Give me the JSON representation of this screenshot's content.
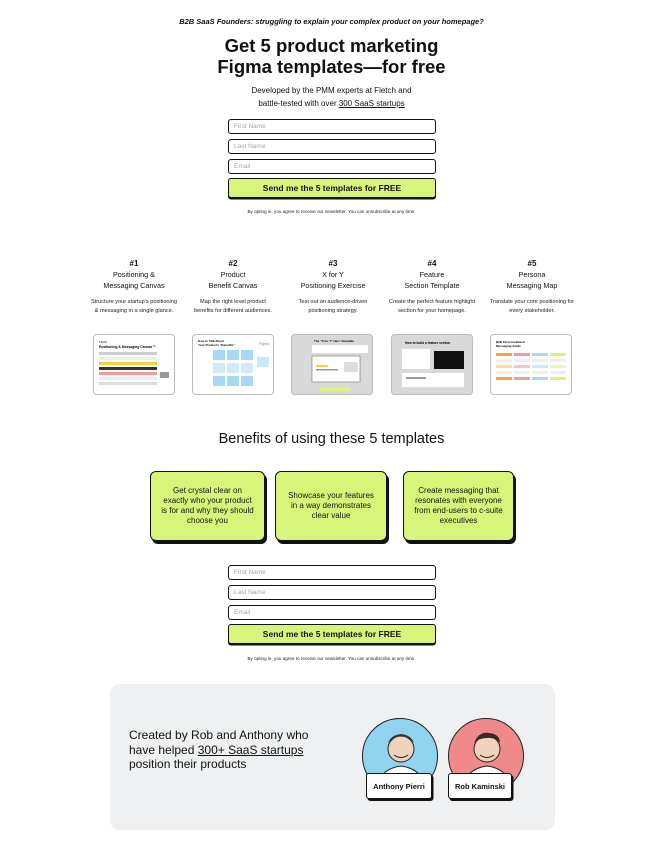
{
  "hero": {
    "eyebrow": "B2B SaaS Founders: struggling to explain your complex product on your homepage?",
    "headline_line1": "Get 5 product marketing",
    "headline_line2": "Figma templates—for free",
    "sub_line1": "Developed by the PMM experts at Fletch and",
    "sub_line2_prefix": "battle-tested with over ",
    "sub_line2_link": "300 SaaS startups"
  },
  "form_top": {
    "first_name_placeholder": "First Name",
    "last_name_placeholder": "Last Name",
    "email_placeholder": "Email",
    "submit_label": "Send me the 5 templates for FREE",
    "legal": "By opting in, you agree to receive our newsletter. You can unsubscribe at any time."
  },
  "templates": [
    {
      "num": "#1",
      "name1": "Positioning &",
      "name2": "Messaging Canvas",
      "desc1": "Structure your startup’s positioning",
      "desc2": "& messaging in a single glance."
    },
    {
      "num": "#2",
      "name1": "Product",
      "name2": "Benefit Canvas",
      "desc1": "Map the right level product",
      "desc2": "benefits for different audiences."
    },
    {
      "num": "#3",
      "name1": "X for Y",
      "name2": "Positioning Exercise",
      "desc1": "Test out an audience-driven",
      "desc2": "positioning strategy."
    },
    {
      "num": "#4",
      "name1": "Feature",
      "name2": "Section Template",
      "desc1": "Create the perfect feature highlight",
      "desc2": "section for your homepage."
    },
    {
      "num": "#5",
      "name1": "Persona",
      "name2": "Messaging Map",
      "desc1": "Translate your core positioning for",
      "desc2": "every stakeholder."
    }
  ],
  "thumbs": {
    "t1_title1": "Fletch",
    "t1_title2": "Positioning & Messaging Canvas™",
    "t2_title1": "How to Talk About",
    "t2_title2": "Your Product's \"Benefits\"",
    "t2_brand": "Figma",
    "t3_title": "The \"X for Y\" Hero Template",
    "t4_title": "How to build a feature section",
    "t5_title1": "B2B Persona-Based",
    "t5_title2": "Messaging Guide"
  },
  "benefits": {
    "title": "Benefits of using these 5 templates",
    "cards": [
      "Get crystal clear on exactly who your product is for and why they should choose you",
      "Showcase your features in a way demonstrates clear value",
      "Create messaging that resonates with everyone from end-users to c-suite executives"
    ]
  },
  "form_bottom": {
    "first_name_placeholder": "First Name",
    "last_name_placeholder": "Last Name",
    "email_placeholder": "Email",
    "submit_label": "Send me the 5 templates for FREE",
    "legal": "By opting in, you agree to receive our newsletter. You can unsubscribe at any time."
  },
  "creators": {
    "text_prefix": "Created by Rob and Anthony who have helped ",
    "text_link": "300+ SaaS startups",
    "text_suffix": " position their products",
    "person1": "Anthony Pierri",
    "person2": "Rob Kaminski",
    "person1_bg": "#8fd3ef",
    "person2_bg": "#f08a8a"
  },
  "colors": {
    "accent_lime": "#d8f57a",
    "panel_gray": "#eef0f1"
  }
}
